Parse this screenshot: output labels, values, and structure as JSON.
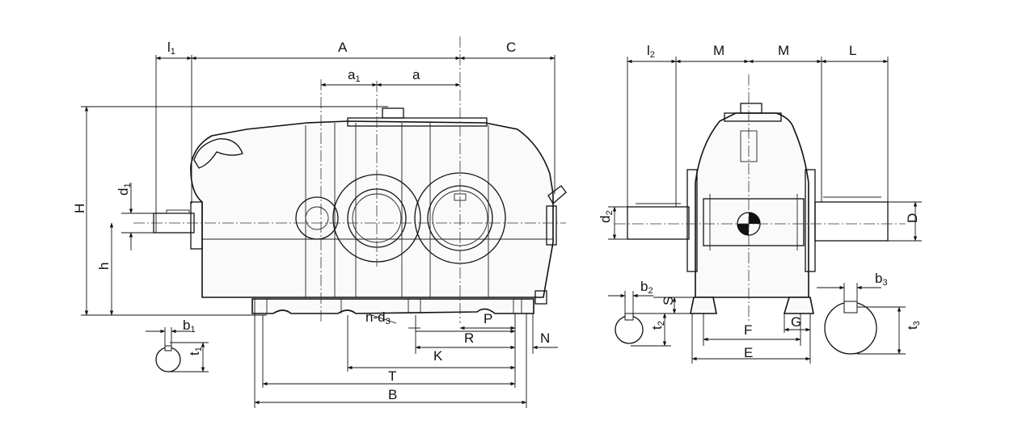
{
  "labels": {
    "l1": {
      "main": "l",
      "sub": "1"
    },
    "A": "A",
    "C": "C",
    "a1": {
      "main": "a",
      "sub": "1"
    },
    "a": "a",
    "H": "H",
    "h": "h",
    "d1": {
      "main": "d",
      "sub": "1"
    },
    "nd3": {
      "main": "n-d",
      "sub": "3"
    },
    "P": "P",
    "R": "R",
    "N": "N",
    "K": "K",
    "T": "T",
    "B": "B",
    "b1": {
      "main": "b",
      "sub": "1"
    },
    "t1": {
      "main": "t",
      "sub": "1"
    },
    "l2": {
      "main": "l",
      "sub": "2"
    },
    "M_left": "M",
    "M_right": "M",
    "L": "L",
    "d2": {
      "main": "d",
      "sub": "2"
    },
    "D": "D",
    "b2": {
      "main": "b",
      "sub": "2"
    },
    "S": "S",
    "t2": {
      "main": "t",
      "sub": "2"
    },
    "F": "F",
    "G": "G",
    "E": "E",
    "b3": {
      "main": "b",
      "sub": "3"
    },
    "t3": {
      "main": "t",
      "sub": "3"
    }
  }
}
